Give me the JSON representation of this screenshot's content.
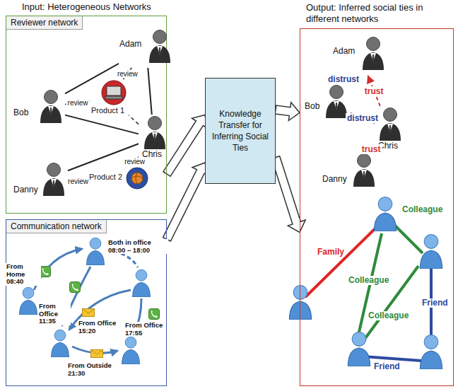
{
  "diagram": {
    "nodes": [
      {
        "text": [
          "Reviewer network"
        ]
      },
      {
        "text": [
          "Adam"
        ],
        "in": 0
      },
      {
        "text": [
          "Bob"
        ],
        "in": 0
      },
      {
        "text": [
          "Product 1"
        ],
        "in": 0
      },
      {
        "text": [
          "Chris"
        ],
        "in": 0
      },
      {
        "text": [
          "Danny"
        ],
        "in": 0
      },
      {
        "text": [
          "Product 2"
        ],
        "in": 0
      },
      {
        "text": [
          "Communication network"
        ]
      },
      {
        "text": [
          "Knowledge Transfer for Inferring Social Ties"
        ]
      },
      {
        "text": [
          "Output: Inferred social ties in different networks"
        ]
      },
      {
        "text": [
          "Adam"
        ],
        "in": 9
      },
      {
        "text": [
          "Bob"
        ],
        "in": 9
      },
      {
        "text": [
          "Chris"
        ],
        "in": 9
      },
      {
        "text": [
          "Danny"
        ],
        "in": 9
      }
    ],
    "edges": [
      {
        "from": 2,
        "to": 1,
        "arrow": "none"
      },
      {
        "from": 1,
        "to": 4,
        "arrow": "none"
      },
      {
        "from": 2,
        "to": 4,
        "arrow": "none"
      },
      {
        "from": 5,
        "to": 4,
        "arrow": "none"
      },
      {
        "from": 1,
        "to": 3,
        "label": "review",
        "arrow": "none"
      },
      {
        "from": 2,
        "to": 3,
        "label": "review",
        "arrow": "none"
      },
      {
        "from": 4,
        "to": 3,
        "arrow": "none"
      },
      {
        "from": 4,
        "to": 6,
        "label": "review",
        "arrow": "none"
      },
      {
        "from": 5,
        "to": 6,
        "label": "review",
        "arrow": "none"
      },
      {
        "from": 0,
        "to": 8,
        "arrow": "to"
      },
      {
        "from": 7,
        "to": 8,
        "arrow": "to"
      },
      {
        "from": 8,
        "to": 9,
        "arrow": "to"
      },
      {
        "from": 8,
        "to": 9,
        "arrow": "to"
      },
      {
        "from": 11,
        "to": 10,
        "label": "distrust",
        "arrow": "none"
      },
      {
        "from": 11,
        "to": 12,
        "label": "distrust",
        "arrow": "none"
      },
      {
        "from": 12,
        "to": 10,
        "label": "trust",
        "arrow": "to"
      },
      {
        "from": 13,
        "to": 12,
        "label": "trust",
        "arrow": "to"
      }
    ],
    "labels": [
      "Input: Heterogeneous Networks",
      "From Home 08:40",
      "Both in office 08:00 – 18:00",
      "From Office 11:35",
      "From Office 15:20",
      "From Office 17:55",
      "From Outside 21:30",
      "Family",
      "Colleague",
      "Colleague",
      "Colleague",
      "Friend",
      "Friend"
    ]
  }
}
